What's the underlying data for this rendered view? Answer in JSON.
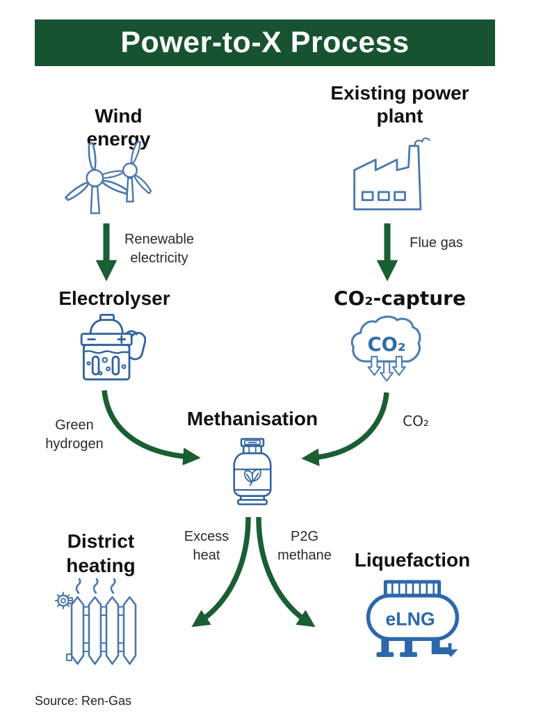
{
  "title": "Power-to-X Process",
  "colors": {
    "banner_green": "#175231",
    "arrow_green": "#1a5e33",
    "icon_blue_light": "#4a77ad",
    "icon_blue": "#2f619f",
    "icon_blue_bold": "#2c67ab",
    "text_black": "#111111"
  },
  "nodes": {
    "wind": {
      "label": "Wind energy"
    },
    "plant": {
      "label": "Existing power plant"
    },
    "electrolyser": {
      "label": "Electrolyser"
    },
    "co2_capture": {
      "label": "CO₂-capture",
      "icon_text": "CO₂"
    },
    "methanisation": {
      "label": "Methanisation"
    },
    "district_heating": {
      "label": "District heating"
    },
    "liquefaction": {
      "label": "Liquefaction",
      "icon_text": "eLNG"
    }
  },
  "flows": {
    "renewable_electricity": "Renewable electricity",
    "flue_gas": "Flue gas",
    "green_hydrogen": "Green hydrogen",
    "co2": "CO₂",
    "excess_heat": "Excess heat",
    "p2g_methane": "P2G methane"
  },
  "source": "Source: Ren-Gas"
}
